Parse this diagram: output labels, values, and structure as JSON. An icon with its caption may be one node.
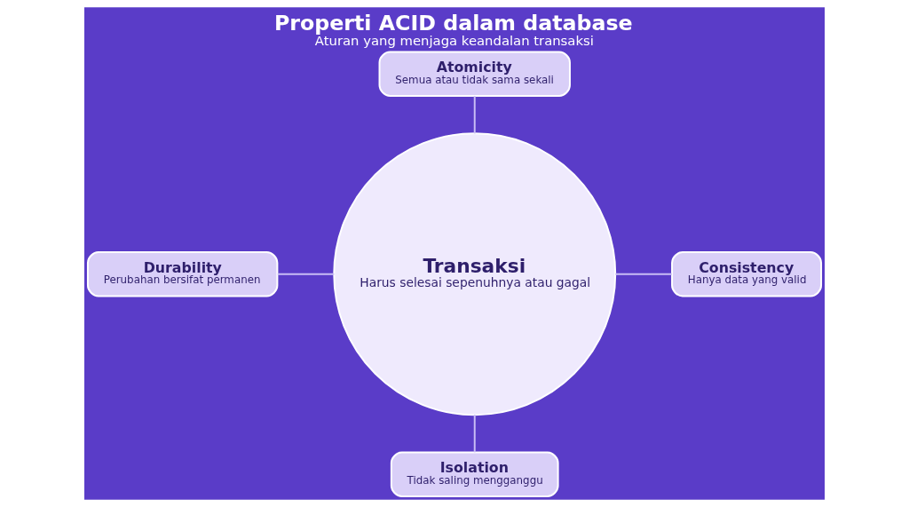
{
  "diagram": {
    "title": "Properti ACID dalam database",
    "caption": "Aturan yang menjaga keandalan transaksi",
    "nodes": [
      {
        "text": [
          "Atomicity",
          "Semua atau tidak sama sekali"
        ]
      },
      {
        "text": [
          "Durability",
          "Perubahan bersifat permanen"
        ]
      },
      {
        "text": [
          "Transaksi",
          "Harus selesai sepenuhnya atau gagal"
        ]
      },
      {
        "text": [
          "Consistency",
          "Hanya data yang valid"
        ]
      },
      {
        "text": [
          "Isolation",
          "Tidak saling mengganggu"
        ]
      }
    ],
    "edges": [
      {
        "from": 0,
        "to": 2,
        "arrow": "none"
      },
      {
        "from": 1,
        "to": 2,
        "arrow": "none"
      },
      {
        "from": 2,
        "to": 3,
        "arrow": "none"
      },
      {
        "from": 2,
        "to": 4,
        "arrow": "none"
      }
    ]
  }
}
